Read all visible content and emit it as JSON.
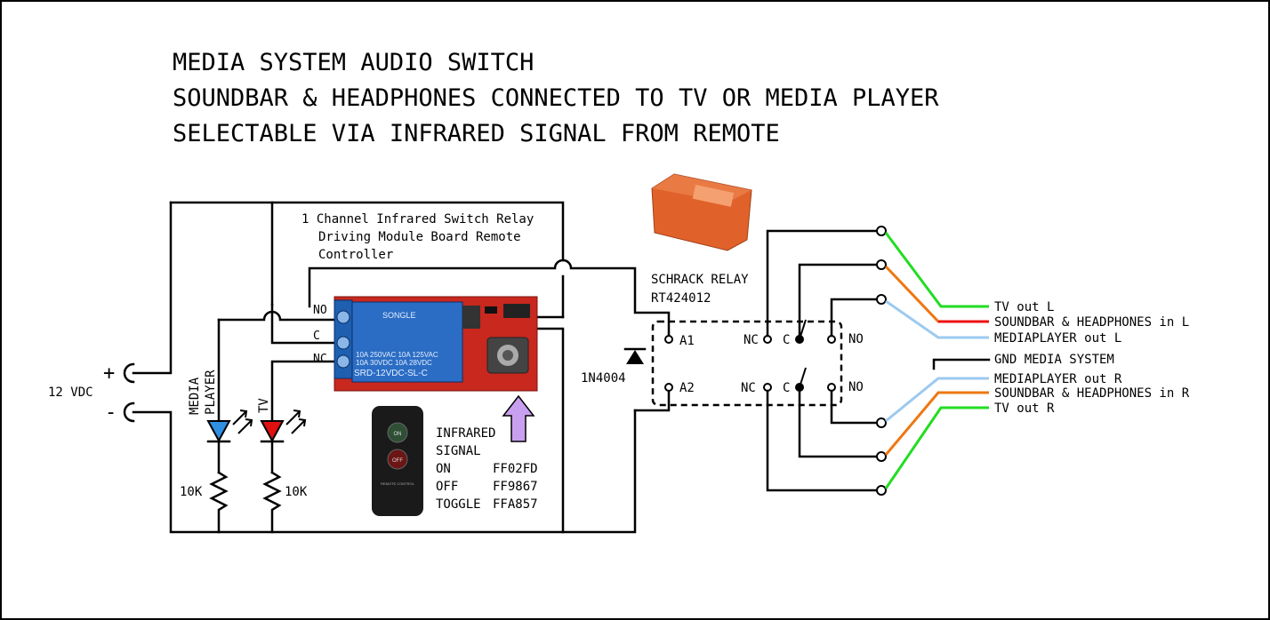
{
  "title": {
    "line1": "MEDIA SYSTEM AUDIO SWITCH",
    "line2": "SOUNDBAR & HEADPHONES CONNECTED TO TV OR MEDIA PLAYER",
    "line3": "SELECTABLE VIA INFRARED SIGNAL FROM REMOTE"
  },
  "supply": {
    "voltage": "12 VDC",
    "plus": "+",
    "minus": "-"
  },
  "module": {
    "desc1": "1 Channel Infrared Switch Relay",
    "desc2": "Driving Module Board Remote",
    "desc3": "Controller",
    "pin_no": "NO",
    "pin_c": "C",
    "pin_nc": "NC",
    "relay_brand": "SONGLE",
    "relay_model": "SRD-12VDC-SL-C"
  },
  "leds": {
    "media_label_1": "MEDIA",
    "media_label_2": "PLAYER",
    "tv_label": "TV",
    "resistor_1": "10K",
    "resistor_2": "10K",
    "media_color": "#2f8fe0",
    "tv_color": "#e01010"
  },
  "ir_signal": {
    "heading_1": "INFRARED",
    "heading_2": "SIGNAL",
    "codes": [
      {
        "label": "ON",
        "code": "FF02FD"
      },
      {
        "label": "OFF",
        "code": "FF9867"
      },
      {
        "label": "TOGGLE",
        "code": "FFA857"
      }
    ],
    "remote_on": "ON",
    "remote_off": "OFF",
    "remote_caption": "REMOTE CONTROL",
    "arrow_color": "#c9a0f0"
  },
  "relay": {
    "name_1": "SCHRACK RELAY",
    "name_2": "RT424012",
    "coil_a1": "A1",
    "coil_a2": "A2",
    "diode": "1N4004",
    "nc_1": "NC",
    "c_1": "C",
    "no_1": "NO",
    "nc_2": "NC",
    "c_2": "C",
    "no_2": "NO",
    "body_color": "#e0622a"
  },
  "outputs": [
    {
      "label": "TV out L",
      "color": "#22dd22"
    },
    {
      "label": "SOUNDBAR & HEADPHONES in L",
      "color": "#ee1111"
    },
    {
      "label": "MEDIAPLAYER out L",
      "color": "#9ccaf0"
    },
    {
      "label": "GND MEDIA SYSTEM",
      "color": "#000000"
    },
    {
      "label": "MEDIAPLAYER out R",
      "color": "#9ccaf0"
    },
    {
      "label": "SOUNDBAR & HEADPHONES in R",
      "color": "#ee7711"
    },
    {
      "label": "TV out R",
      "color": "#22dd22"
    }
  ],
  "wire_colors": {
    "tv_l": "#22dd22",
    "soundbar_l": "#ee7711",
    "media_l": "#9ccaf0",
    "media_r": "#9ccaf0",
    "soundbar_r": "#ee7711",
    "tv_r": "#22dd22"
  }
}
